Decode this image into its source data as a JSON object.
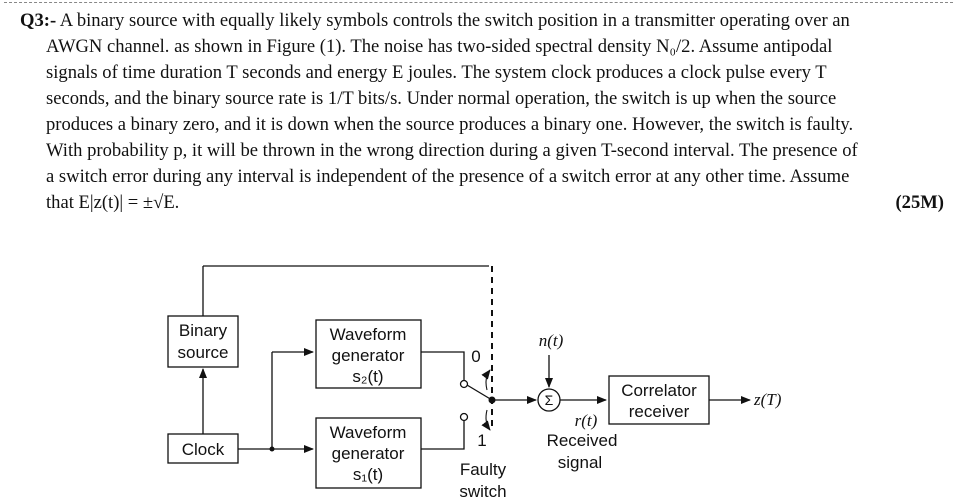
{
  "question": {
    "label": "Q3:-",
    "lines": [
      " A binary source with equally likely symbols controls the switch position in a transmitter operating over an",
      "AWGN channel. as shown in Figure (1). The noise has two-sided spectral density N₀/2. Assume antipodal",
      "signals of time duration T seconds and energy E joules. The system clock produces a clock pulse every T",
      "seconds, and the binary source rate is 1/T bits/s. Under normal operation, the switch is up when the source",
      "produces a binary zero, and it is down when the source produces a binary one. However, the switch is faulty.",
      "With probability p, it will be thrown in the wrong direction during a given T-second interval. The presence of",
      "a switch error during any interval is independent of the presence of a switch error at any other time. Assume",
      "that E|z(t)| = ±√E."
    ],
    "marks": "(25M)"
  },
  "diagram": {
    "binary_source": [
      "Binary",
      "source"
    ],
    "clock": "Clock",
    "wg_top": [
      "Waveform",
      "generator",
      "s₂(t)"
    ],
    "wg_bottom": [
      "Waveform",
      "generator",
      "s₁(t)"
    ],
    "switch_top_label": "0",
    "switch_bottom_label": "1",
    "faulty_switch": [
      "Faulty",
      "switch"
    ],
    "noise": "n(t)",
    "sum_symbol": "Σ",
    "received": [
      "r(t)",
      "Received",
      "signal"
    ],
    "correlator": [
      "Correlator",
      "receiver"
    ],
    "output": "z(T)"
  }
}
